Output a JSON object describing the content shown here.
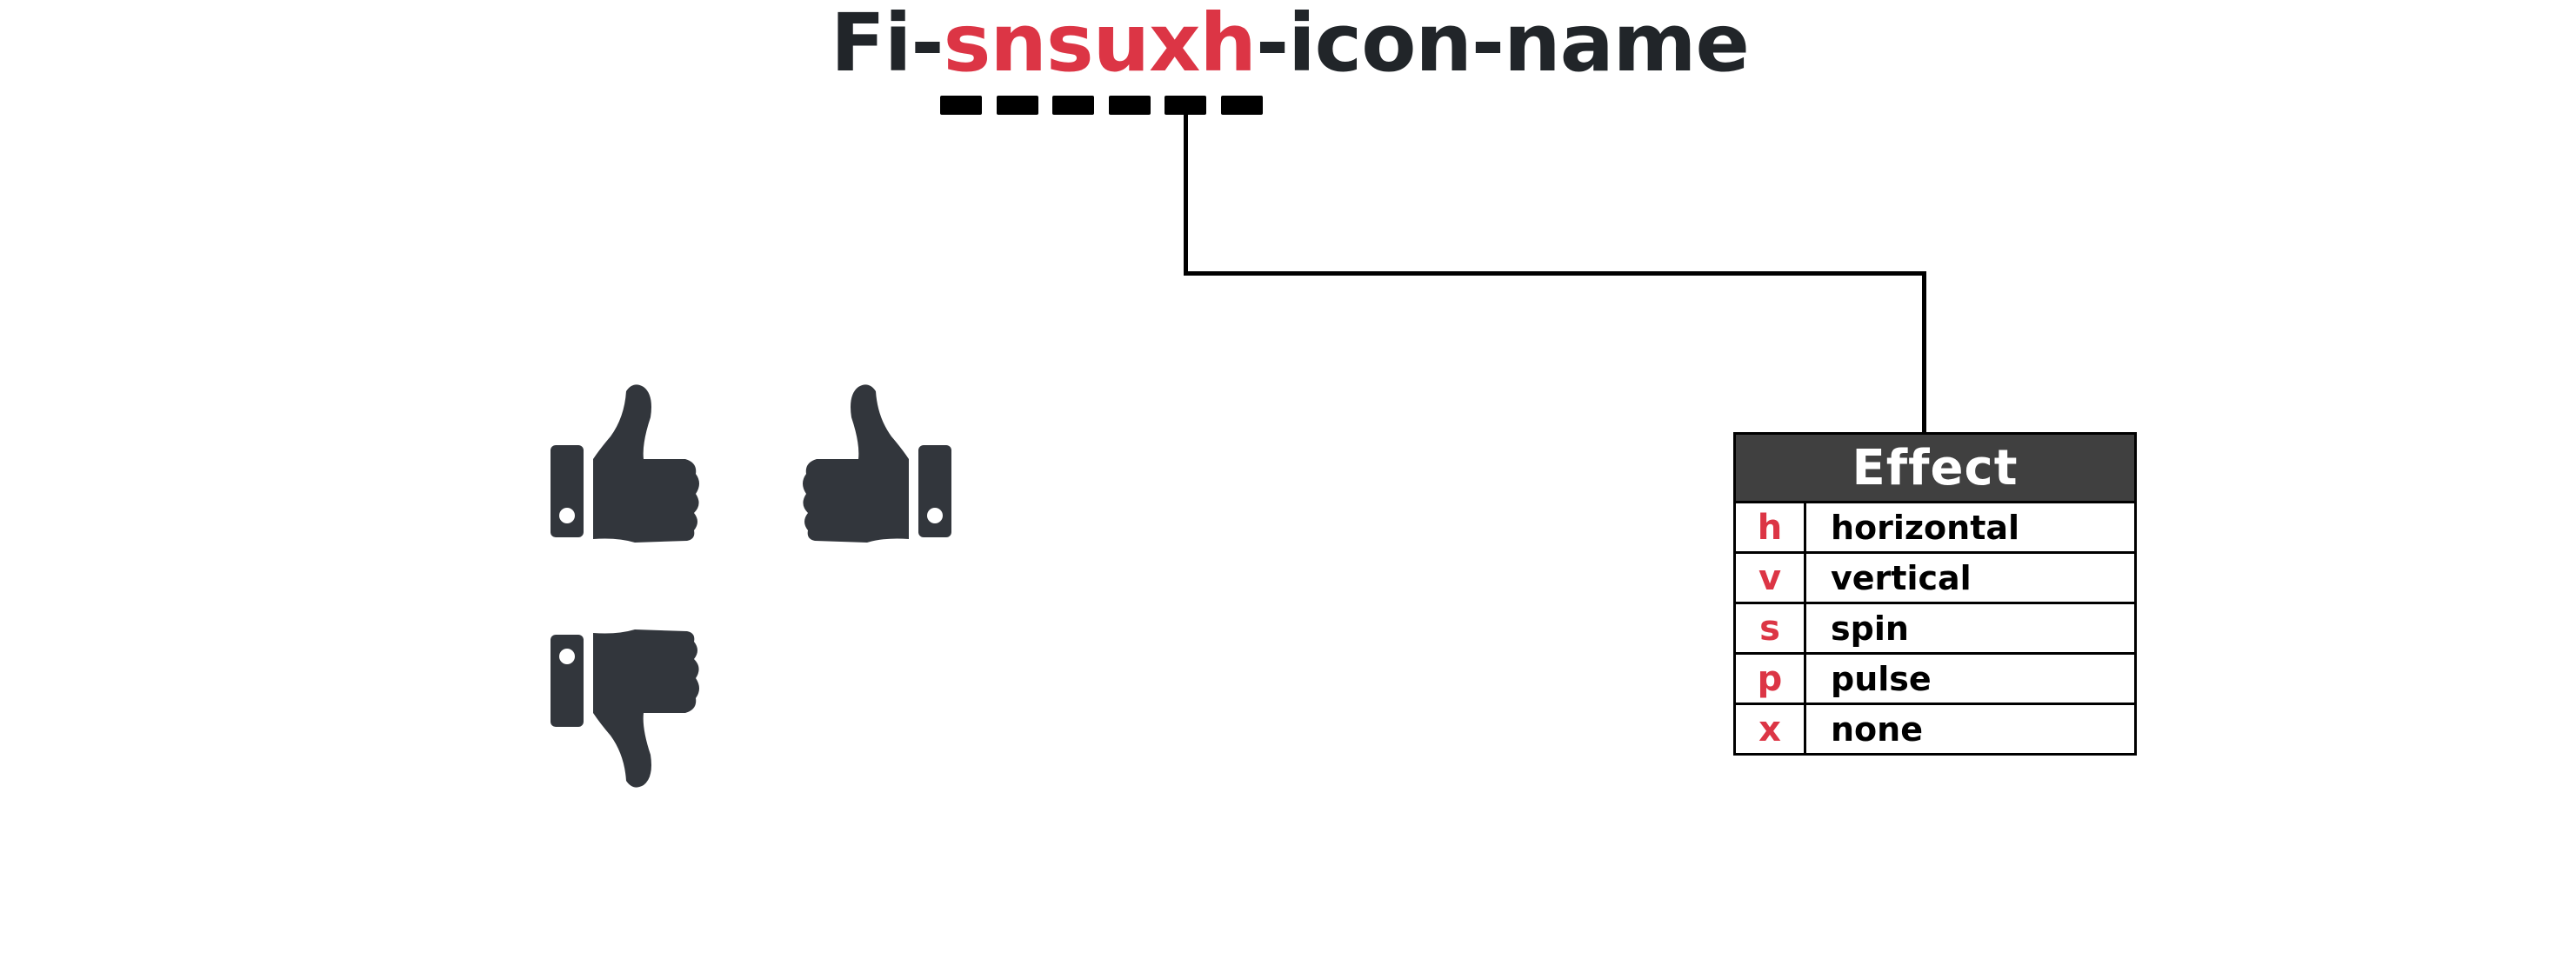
{
  "title": {
    "prefix": "Fi-",
    "effect_codes": "snsuxh",
    "suffix": "-icon-name"
  },
  "code_slots": [
    "slot-1",
    "slot-2",
    "slot-3",
    "slot-4",
    "slot-5",
    "slot-6"
  ],
  "icons": [
    {
      "name": "thumbs-up",
      "variant": "normal"
    },
    {
      "name": "thumbs-up",
      "variant": "flipped-horizontal"
    },
    {
      "name": "thumbs-down",
      "variant": "flipped-vertical"
    }
  ],
  "effect_table": {
    "header": "Effect",
    "rows": [
      {
        "key": "h",
        "label": "horizontal"
      },
      {
        "key": "v",
        "label": "vertical"
      },
      {
        "key": "s",
        "label": "spin"
      },
      {
        "key": "p",
        "label": "pulse"
      },
      {
        "key": "x",
        "label": "none"
      }
    ]
  },
  "colors": {
    "text": "#212529",
    "accent": "#dc3545",
    "icon": "#32363c",
    "table_header_bg": "#404040"
  }
}
